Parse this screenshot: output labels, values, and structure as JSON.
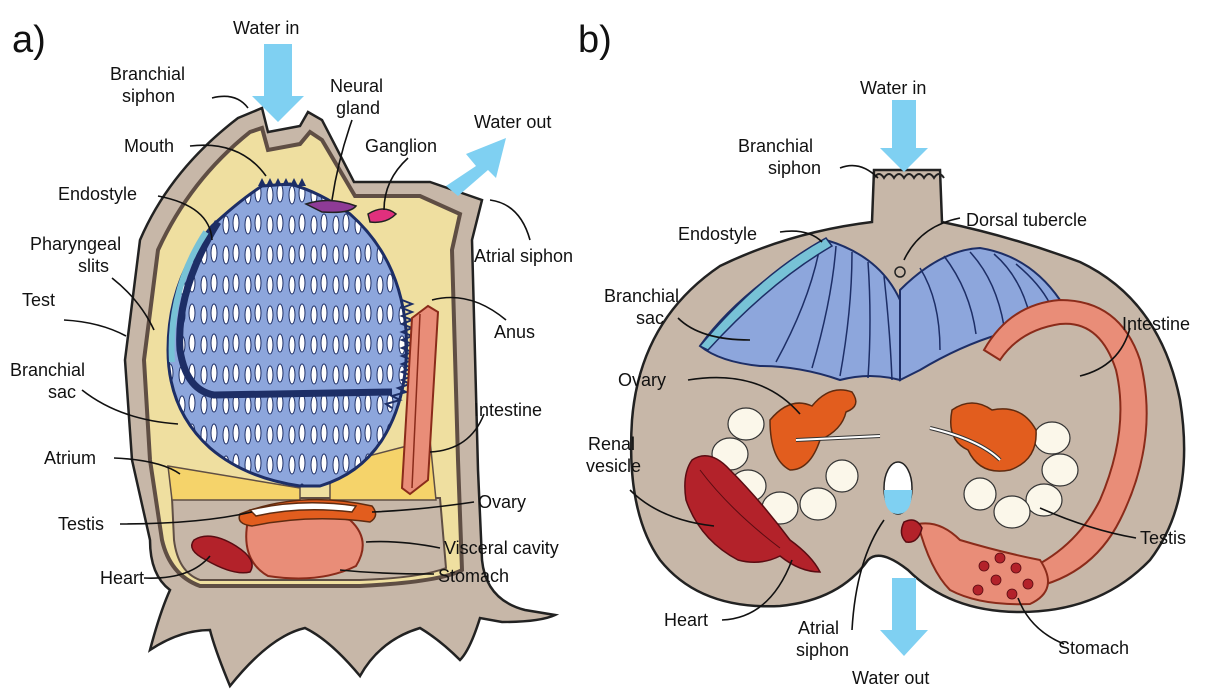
{
  "colors": {
    "tunic": "#c7b7a8",
    "tunic_edge": "#5f4e44",
    "mantle": "#efdfa0",
    "branchial_sac": "#8da6dc",
    "branchial_dark": "#1d2e66",
    "endostyle": "#77c2d6",
    "water_arrow": "#7fd0f2",
    "gut": "#e98d78",
    "gonad": "#e25d1e",
    "heart": "#b3222a",
    "neural": "#8e3b96",
    "ganglion": "#e0307d"
  },
  "icons": {
    "water_flow": "water-flow-arrow",
    "leader": "leader-line"
  },
  "panel_a": {
    "tag": "a)",
    "labels": {
      "water_in": "Water in",
      "water_out": "Water out",
      "branchial_siphon": [
        "Branchial",
        "siphon"
      ],
      "neural_gland": [
        "Neural",
        "gland"
      ],
      "mouth": "Mouth",
      "ganglion": "Ganglion",
      "endostyle": "Endostyle",
      "atrial_siphon": "Atrial siphon",
      "pharyngeal_slits": [
        "Pharyngeal",
        "slits"
      ],
      "test": "Test",
      "anus": "Anus",
      "branchial_sac": [
        "Branchial",
        "sac"
      ],
      "intestine": "Intestine",
      "atrium": "Atrium",
      "ovary": "Ovary",
      "testis": "Testis",
      "visceral_cavity": "Visceral cavity",
      "heart": "Heart",
      "stomach": "Stomach"
    }
  },
  "panel_b": {
    "tag": "b)",
    "labels": {
      "water_in": "Water in",
      "branchial_siphon": [
        "Branchial",
        "siphon"
      ],
      "endostyle": "Endostyle",
      "dorsal_tubercle": "Dorsal tubercle",
      "branchial_sac": [
        "Branchial",
        "sac"
      ],
      "intestine": "Intestine",
      "ovary": "Ovary",
      "renal_vesicle": [
        "Renal",
        "vesicle"
      ],
      "testis": "Testis",
      "heart": "Heart",
      "atrial_siphon": [
        "Atrial",
        "siphon"
      ],
      "stomach": "Stomach",
      "water_out": "Water out"
    }
  }
}
